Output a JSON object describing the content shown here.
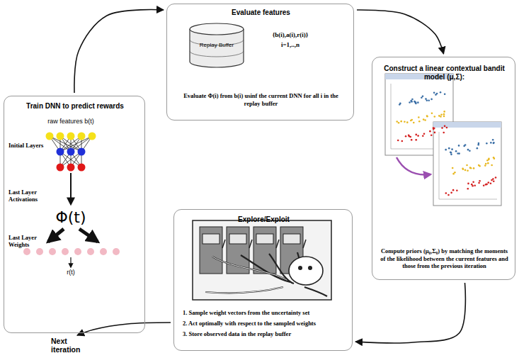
{
  "diagram": {
    "nodes": [
      {
        "text": [
          "Train DNN to predict rewards"
        ]
      },
      {
        "text": [
          "Evaluate features",
          "Evaluate Φ(i) from b(i) usinf the current DNN for all i in the replay buffer"
        ]
      },
      {
        "text": [
          "Replay Buffer"
        ],
        "in": 1
      },
      {
        "text": [
          "Construct a linear contextual bandit model (μ,Σ):",
          "Compute priors (μ₀,Σ₀) by matching the moments of the likelihood between the current features and those from the previous iteration"
        ]
      },
      {
        "text": [
          "Explore/Exploit",
          "1. Sample weight vectors from the uncertainty set",
          "2. Act optimally with respect to the sampled weights",
          "3. Store observed data in the replay buffer"
        ]
      }
    ],
    "edges": [
      {
        "from": 0,
        "to": 1,
        "arrow": "to"
      },
      {
        "from": 1,
        "to": 3,
        "arrow": "to"
      },
      {
        "from": 3,
        "to": 4,
        "arrow": "to"
      },
      {
        "from": 4,
        "to": 0,
        "arrow": "to"
      }
    ],
    "labels": [
      "raw features b(t)",
      "Initial Layers",
      "Last Layer Activations",
      "Φ(t)",
      "Last Layer Weights",
      "r(t)",
      "{b(i),a(i),r(i)}",
      "i=1,..,n",
      "Next iteration"
    ]
  }
}
